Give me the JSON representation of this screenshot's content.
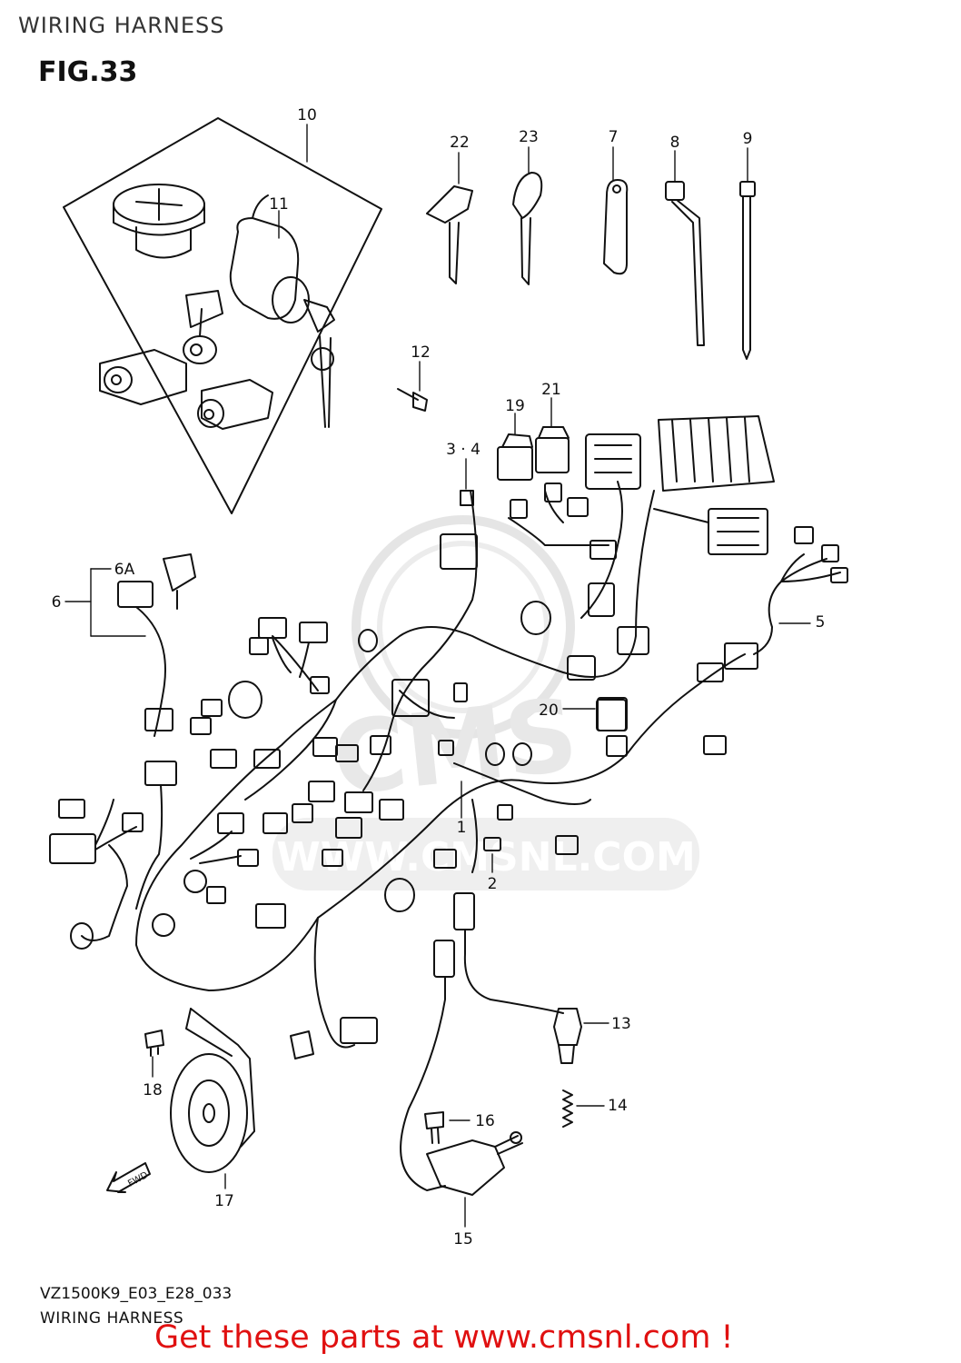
{
  "header": {
    "title": "WIRING HARNESS"
  },
  "figure": {
    "label": "FIG.33"
  },
  "parts": {
    "p1": "1",
    "p2": "2",
    "p3_4": "3 · 4",
    "p5": "5",
    "p6": "6",
    "p6a": "6A",
    "p7": "7",
    "p8": "8",
    "p9": "9",
    "p10": "10",
    "p11": "11",
    "p12": "12",
    "p13": "13",
    "p14": "14",
    "p15": "15",
    "p16": "16",
    "p17": "17",
    "p18": "18",
    "p19": "19",
    "p20": "20",
    "p21": "21",
    "p22": "22",
    "p23": "23"
  },
  "direction_label": "FWD",
  "watermark": {
    "text": "WWW.CMSNL.COM",
    "brand": "CMS"
  },
  "footer": {
    "model_code": "VZ1500K9_E03_E28_033",
    "title": "WIRING HARNESS",
    "cta": "Get these parts at www.cmsnl.com !"
  },
  "colors": {
    "cta": "#e01010",
    "line": "#111111",
    "watermark": "#d8d8d8"
  }
}
